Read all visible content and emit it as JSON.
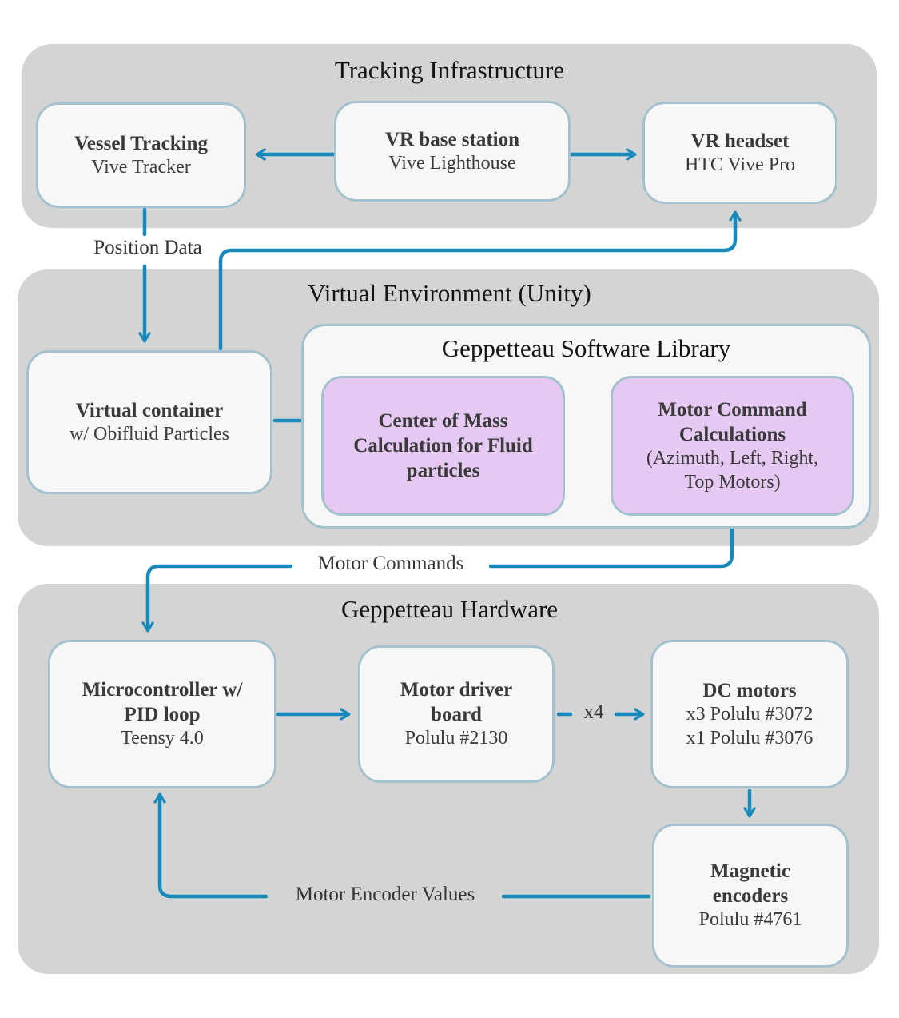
{
  "colors": {
    "accent": "#1789BA",
    "section_bg": "#D4D4D4",
    "box_bg": "#F7F7F7",
    "box_border": "#A3C2CE",
    "purple_bg": "#E5C9F3",
    "text_dark": "#3A3A3A",
    "title_color": "#141414"
  },
  "sections": {
    "tracking": {
      "title": "Tracking Infrastructure",
      "nodes": {
        "vessel": {
          "title": "Vessel Tracking",
          "subtitle": "Vive Tracker"
        },
        "base_station": {
          "title": "VR base station",
          "subtitle": "Vive Lighthouse"
        },
        "headset": {
          "title": "VR headset",
          "subtitle": "HTC Vive Pro"
        }
      }
    },
    "virtual": {
      "title": "Virtual Environment (Unity)",
      "nodes": {
        "container": {
          "title": "Virtual container",
          "subtitle": "w/ Obifluid Particles"
        },
        "library": {
          "title": "Geppetteau Software Library",
          "nodes": {
            "com": {
              "title": "Center of Mass Calculation for Fluid particles"
            },
            "motor_cmd": {
              "title": "Motor Command Calculations",
              "subtitle": "(Azimuth, Left, Right, Top Motors)"
            }
          }
        }
      }
    },
    "hardware": {
      "title": "Geppetteau Hardware",
      "nodes": {
        "micro": {
          "title": "Microcontroller w/ PID loop",
          "subtitle": "Teensy 4.0"
        },
        "driver": {
          "title": "Motor driver board",
          "subtitle": "Polulu #2130"
        },
        "motors": {
          "title": "DC motors",
          "sub1": "x3 Polulu #3072",
          "sub2": "x1 Polulu #3076"
        },
        "encoders": {
          "title": "Magnetic encoders",
          "subtitle": "Polulu #4761"
        }
      }
    }
  },
  "labels": {
    "position_data": "Position Data",
    "motor_commands": "Motor Commands",
    "motor_encoder_values": "Motor Encoder Values",
    "x4": "x4"
  }
}
